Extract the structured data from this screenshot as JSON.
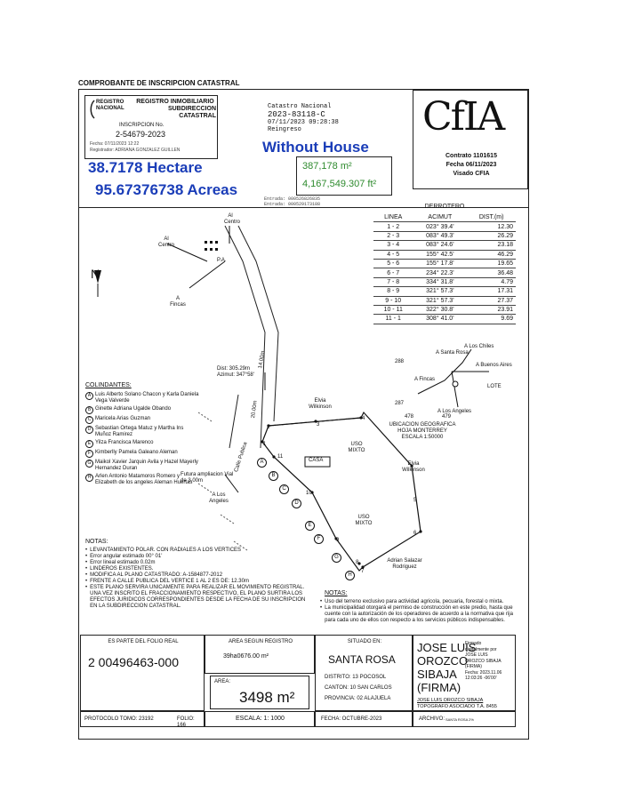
{
  "header_title": "COMPROBANTE DE INSCRIPCION CATASTRAL",
  "registro": {
    "logo_line1": "REGISTRO",
    "logo_line2": "NACIONAL",
    "title1": "REGISTRO INMOBILIARIO",
    "title2": "SUBDIRECCION",
    "title3": "CATASTRAL",
    "inscripcion_label": "INSCRIPCION No.",
    "inscripcion_value": "2-54679-2023",
    "fecha": "Fecha: 07/11/2023 12:22",
    "registrador": "Registrador: ADRIANA GONZALEZ GUILLEN"
  },
  "catastro": {
    "line1": "Catastro Nacional",
    "line2": "2023-83118-C",
    "line3": "07/11/2023 09:28:38",
    "line4": "Reingreso",
    "entrada1": "Entrada: 000526826835",
    "entrada2": "Entrada: 000529173188"
  },
  "overlay": {
    "without_house": "Without House",
    "hectare": "38.7178 Hectare",
    "acreas": "95.67376738 Acreas",
    "m2": "387,178 m²",
    "ft2": "4,167,549.307 ft²"
  },
  "cfia": {
    "logo": "CfIA",
    "contrato": "Contrato 1101615",
    "fecha": "Fecha 06/11/2023",
    "visado": "Visado CFIA"
  },
  "derrotero": {
    "title": "DERROTERO",
    "headers": [
      "LINEA",
      "ACIMUT",
      "DIST.(m)"
    ],
    "rows": [
      [
        "1 - 2",
        "023° 39.4'",
        "12.30"
      ],
      [
        "2 - 3",
        "083° 49.3'",
        "26.29"
      ],
      [
        "3 - 4",
        "083° 24.6'",
        "23.18"
      ],
      [
        "4 - 5",
        "155° 42.5'",
        "46.29"
      ],
      [
        "5 - 6",
        "155° 17.8'",
        "19.65"
      ],
      [
        "6 - 7",
        "234° 22.3'",
        "36.48"
      ],
      [
        "7 - 8",
        "334° 31.8'",
        "4.79"
      ],
      [
        "8 - 9",
        "321° 57.3'",
        "17.31"
      ],
      [
        "9 - 10",
        "321° 57.3'",
        "27.37"
      ],
      [
        "10 - 11",
        "322° 30.8'",
        "23.91"
      ],
      [
        "11 - 1",
        "308° 41.0'",
        "9.69"
      ]
    ]
  },
  "map": {
    "al_centro_top": "Al Centro",
    "al_centro_left": "Al Centro",
    "a_fincas": "A Fincas",
    "pa": "P.A.",
    "dist": "Dist: 305.29m",
    "azimut": "Azimut: 347°58'",
    "w14": "14.00m",
    "w20": "20.00m",
    "calle": "Calle Publica",
    "a_los_angeles": "A Los Angeles",
    "elvia1": "Elvia Wilkinson",
    "elvia2": "Elvia Wilkinson",
    "adrian": "Adrian Salazar Rodriguez",
    "uso1": "USO MIXTO",
    "uso2": "USO MIXTO",
    "casa": "CASA",
    "ampliacion": "Futura ampliacion Vial de 3.00m",
    "n": "N",
    "vertices": [
      "1",
      "2",
      "3",
      "4",
      "5",
      "6",
      "7",
      "8",
      "9",
      "10",
      "11"
    ],
    "circles": [
      "A",
      "B",
      "C",
      "D",
      "E",
      "F",
      "G",
      "H"
    ]
  },
  "ubicacion": {
    "los_chiles": "A Los Chiles",
    "santa_rosa": "A Santa Rosa",
    "buenos_aires": "A Buenos Aires",
    "fincas": "A Fincas",
    "lote": "LOTE",
    "los_angeles": "A Los Angeles",
    "n288": "288",
    "n287": "287",
    "n478": "478",
    "n479": "479",
    "l1": "UBICACION GEOGRAFICA",
    "l2": "HOJA MONTERREY",
    "l3": "ESCALA 1:50000"
  },
  "colindantes": {
    "title": "COLINDANTES:",
    "items": [
      {
        "k": "A",
        "v": "Luis Alberto Solano Chacon y Karla Daniela Vega Valverde"
      },
      {
        "k": "B",
        "v": "Ginette Adriana Ugalde Obando"
      },
      {
        "k": "C",
        "v": "Maricela Arias Guzman"
      },
      {
        "k": "D",
        "v": "Sebastian Ortega Matuz y Martha Ins Muñoz Ramirez"
      },
      {
        "k": "E",
        "v": "Yilza Francisca Marenco"
      },
      {
        "k": "F",
        "v": "Kimberlly Pamela Galeano Aleman"
      },
      {
        "k": "G",
        "v": "Maikol Xavier Jarquin Avila y Hazel Mayerly Hernandez Duran"
      },
      {
        "k": "H",
        "v": "Arlen Antonio Matamoros Romero y Elizabeth de los angeles Aleman Huertas"
      }
    ]
  },
  "notas_left": {
    "title": "NOTAS:",
    "items": [
      "LEVANTAMIENTO POLAR. CON RADIALES A LOS VERTICES",
      "Error angular estimado 00° 01'",
      "Error lineal estimado 0.02m",
      "LINDEROS EXISTENTES.",
      "MODIFICA AL PLANO CATASTRADO: A-1584877-2012",
      "FRENTE A CALLE PUBLICA DEL VERTICE 1 AL 2 ES DE: 12.30m",
      "ESTE PLANO SERVIRA UNICAMENTE PARA REALIZAR EL MOVIMIENTO REGISTRAL. UNA VEZ INSCRITO EL FRACCIONAMIENTO RESPECTIVO, EL PLANO SURTIRA LOS EFECTOS JURIDICOS CORRESPONDIENTES DESDE LA FECHA DE SU INSCRIPCION EN LA SUBDIRECCION CATASTRAL."
    ]
  },
  "notas_right": {
    "title": "NOTAS:",
    "items": [
      "Uso del terreno exclusivo para actividad agricola, pecuaria, forestal o mixta.",
      "La municipalidad otorgará el permiso de construcción en este predio, hasta que cuente con la autorización de los operadores de acuerdo a la normativa que rija para cada uno de ellos con respecto a los servicios públicos indispensables."
    ]
  },
  "bottom": {
    "es_parte": "ES PARTE DEL FOLIO REAL",
    "folio": "2 00496463-000",
    "area_segun_label": "AREA SEGUN REGISTRO",
    "area_segun_value": "39ha0676.00 m²",
    "area_label": "AREA:",
    "area_value": "3498 m²",
    "situado_label": "SITUADO EN:",
    "situado_value": "SANTA ROSA",
    "distrito": "DISTRITO:  13 POCOSOL",
    "canton": "CANTON:  10 SAN CARLOS",
    "provincia": "PROVINCIA:  02 ALAJUELA",
    "protocolo": "PROTOCOLO TOMO:  23192",
    "folio_proto": "FOLIO: 166",
    "escala": "ESCALA:  1: 1000",
    "fecha": "FECHA:  OCTUBRE-2023",
    "archivo": "ARCHIVO:",
    "archivo_val": "SANTA ROSA 2%",
    "sig_name1": "JOSE LUIS",
    "sig_name2": "OROZCO",
    "sig_name3": "SIBAJA",
    "sig_name4": "(FIRMA)",
    "sig_d1": "Firmado",
    "sig_d2": "digitalmente por",
    "sig_d3": "JOSE LUIS",
    "sig_d4": "OROZCO SIBAJA",
    "sig_d5": "(FIRMA)",
    "sig_d6": "Fecha: 2023.11.06",
    "sig_d7": "12:03:26 -06'00'",
    "topografo1": "JOSE LUIS OROZCO SIBAJA",
    "topografo2": "TOPOGRAFO ASOCIADO T.A. 8455"
  }
}
